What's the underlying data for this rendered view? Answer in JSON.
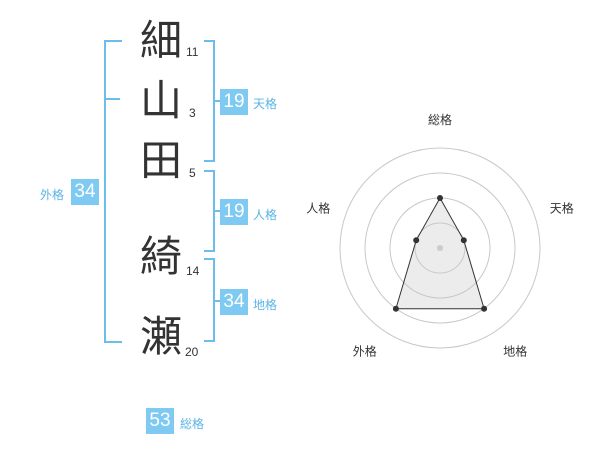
{
  "name": {
    "chars": [
      {
        "char": "細",
        "strokes": "11"
      },
      {
        "char": "山",
        "strokes": "3"
      },
      {
        "char": "田",
        "strokes": "5"
      },
      {
        "char": "綺",
        "strokes": "14"
      },
      {
        "char": "瀬",
        "strokes": "20"
      }
    ]
  },
  "kakusu": {
    "tenkaku": {
      "value": "19",
      "label": "天格"
    },
    "jinkaku": {
      "value": "19",
      "label": "人格"
    },
    "chikaku": {
      "value": "34",
      "label": "地格"
    },
    "gaikaku": {
      "value": "34",
      "label": "外格"
    },
    "soukaku": {
      "value": "53",
      "label": "総格"
    }
  },
  "colors": {
    "badge": "#7fcaf2",
    "bracket": "#6cbcec",
    "label": "#5ab4e6"
  },
  "chart_data": {
    "type": "radar",
    "axes": [
      "総格",
      "天格",
      "地格",
      "外格",
      "人格"
    ],
    "rings": 4,
    "max": 4,
    "values": [
      2,
      1,
      3,
      3,
      1
    ]
  }
}
